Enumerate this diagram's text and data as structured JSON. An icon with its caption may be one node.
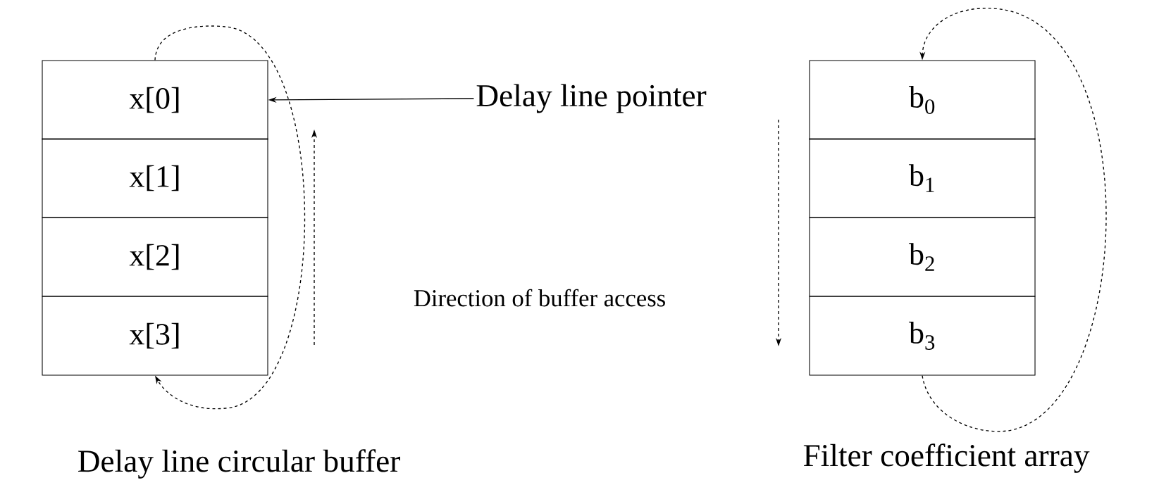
{
  "diagram": {
    "nodes": [
      {
        "text": [
          "x[0]"
        ]
      },
      {
        "text": [
          "x[1]"
        ]
      },
      {
        "text": [
          "x[2]"
        ]
      },
      {
        "text": [
          "x[3]"
        ]
      },
      {
        "text": [
          "Delay line pointer"
        ]
      },
      {
        "text": [
          "b$_{0}$"
        ]
      },
      {
        "text": [
          "b$_{1}$"
        ]
      },
      {
        "text": [
          "b$_{2}$"
        ]
      },
      {
        "text": [
          "b$_{3}$"
        ]
      }
    ],
    "edges": [
      {
        "from": 4,
        "to": 0,
        "arrow": "to"
      },
      {
        "from": 0,
        "to": 3,
        "arrow": "to",
        "style": "dashed"
      },
      {
        "from": 8,
        "to": 5,
        "arrow": "to",
        "style": "dashed"
      }
    ],
    "labels": [
      "Direction of buffer access",
      "Delay line circular buffer",
      "Filter coefficient array"
    ]
  }
}
